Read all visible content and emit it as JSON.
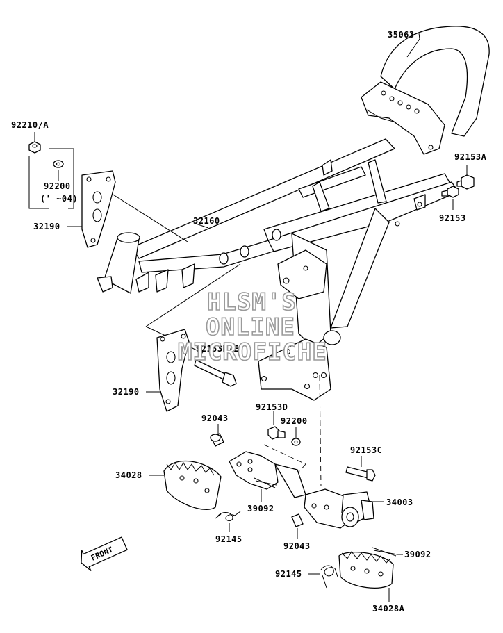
{
  "watermark": {
    "line1": "HLSM'S",
    "line2": "ONLINE",
    "line3": "MICROFICHE"
  },
  "direction_label": "FRONT",
  "parts": {
    "p35063": "35063",
    "p92210A": "92210/A",
    "p92200_top": "92200",
    "p92200_note": "(' ~04)",
    "p92153A": "92153A",
    "p92153": "92153",
    "p32190_top": "32190",
    "p32160": "32160",
    "p92153BE": "92153B/E",
    "p32190_bottom": "32190",
    "p92153D": "92153D",
    "p92043_top": "92043",
    "p92200_mid": "92200",
    "p92153C": "92153C",
    "p34028": "34028",
    "p34003": "34003",
    "p39092_left": "39092",
    "p92043_bottom": "92043",
    "p92145_left": "92145",
    "p39092_right": "39092",
    "p92145_bottom": "92145",
    "p34028A": "34028A"
  }
}
